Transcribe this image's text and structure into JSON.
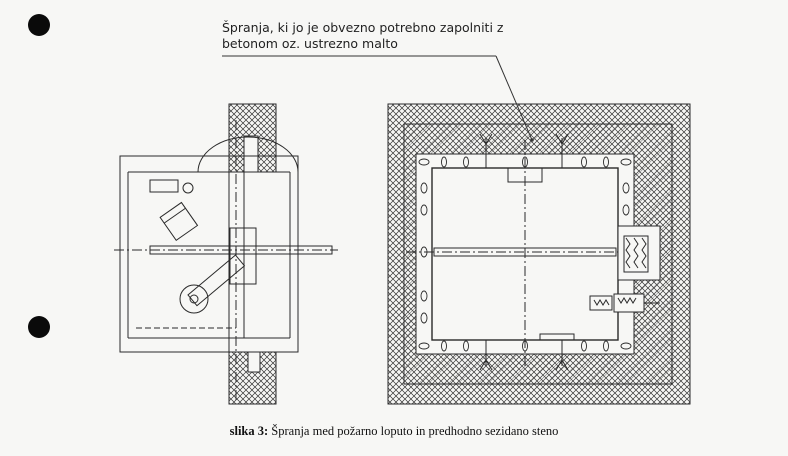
{
  "annotation": {
    "line1": "Špranja, ki jo je obvezno potrebno zapolniti z",
    "line2": "betonom oz. ustrezno malto"
  },
  "caption": {
    "label": "slika 3:",
    "text": "Špranja med požarno loputo in predhodno sezidano steno"
  },
  "colors": {
    "ink": "#2a2a2a",
    "paper": "#f7f7f5",
    "hole": "#0a0a0a"
  }
}
